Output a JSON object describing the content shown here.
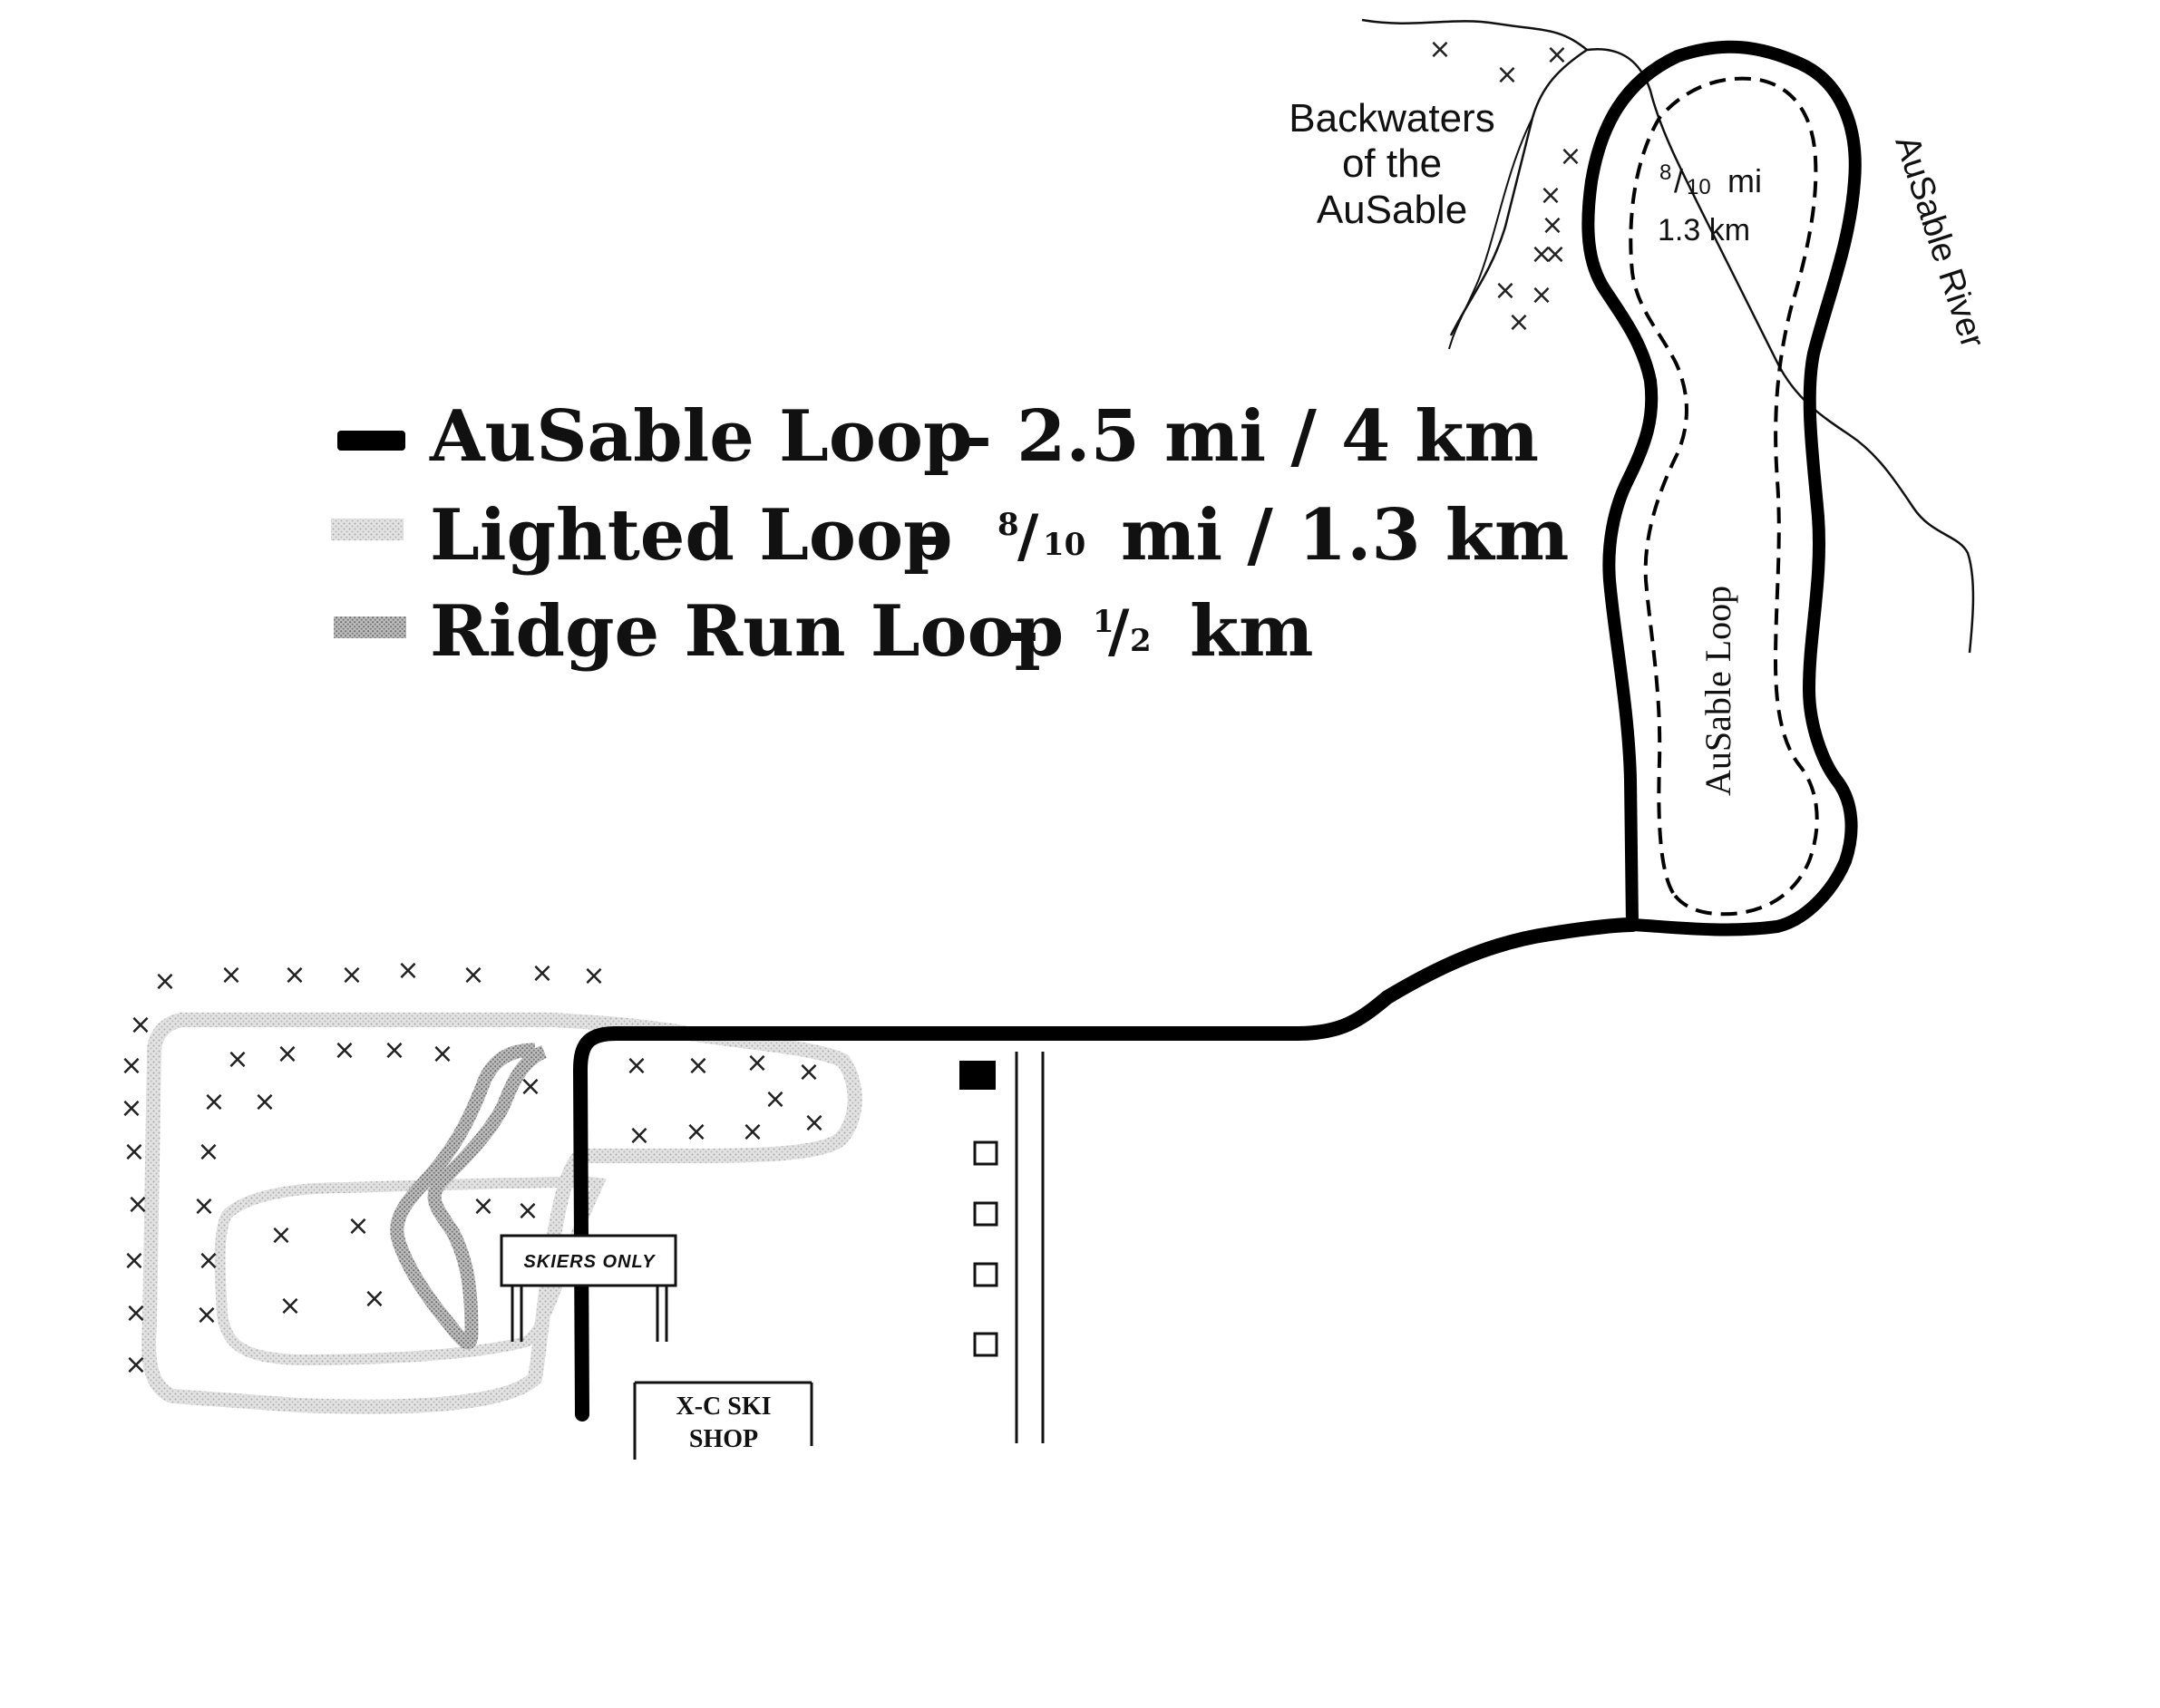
{
  "legend": {
    "ausable": {
      "name": "AuSable Loop",
      "distance": "– 2.5 mi / 4 km",
      "color": "#000000"
    },
    "lighted": {
      "name": "Lighted Loop",
      "dash": "–",
      "frac_num": "8",
      "frac_den": "10",
      "distance": "mi / 1.3 km",
      "color": "#cfcfcf"
    },
    "ridge": {
      "name": "Ridge Run Loop",
      "dash": "–",
      "frac_num": "1",
      "frac_den": "2",
      "distance": "km",
      "color": "#9a9a9a"
    }
  },
  "labels": {
    "backwaters": [
      "Backwaters",
      "of the",
      "AuSable"
    ],
    "river": "AuSable River",
    "loop_label": "AuSable Loop",
    "inner_frac_num": "8",
    "inner_frac_den": "10",
    "inner_unit": "mi",
    "inner_km": "1.3 km",
    "skiers_sign": "SKIERS ONLY",
    "ski_shop": [
      "X-C SKI",
      "SHOP"
    ]
  },
  "icons": {
    "tree_marker": "x-tree-icon",
    "building_marker": "square-building-icon"
  }
}
